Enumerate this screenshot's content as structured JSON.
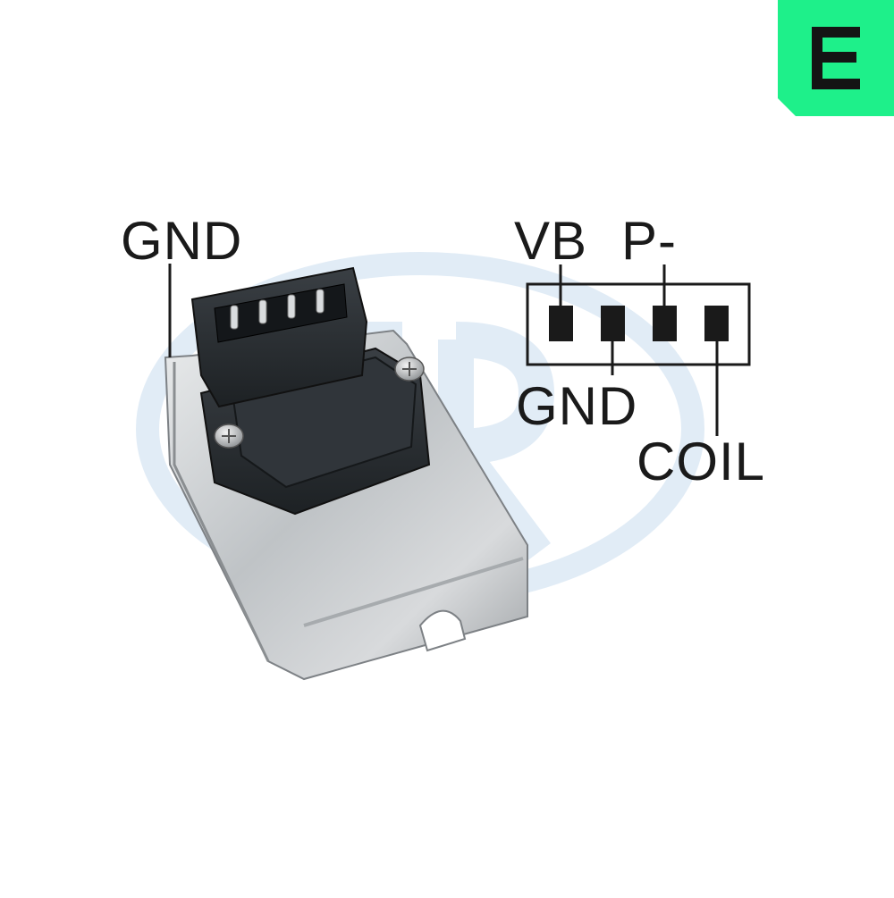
{
  "colors": {
    "logo_green": "#1ef08a",
    "watermark_blue": "#c9ddef",
    "plastic_dark": "#2b2f33",
    "bracket_metal": "#c7cacc",
    "line": "#1a1a1a"
  },
  "labels": {
    "left_ground": "GND",
    "pin_vb": "VB",
    "pin_p": "P-",
    "pin_gnd": "GND",
    "pin_coil": "COIL"
  },
  "icons": {
    "brand_logo": "era-logo-icon",
    "watermark": "era-watermark-icon"
  },
  "connector": {
    "pin_count": 4
  }
}
